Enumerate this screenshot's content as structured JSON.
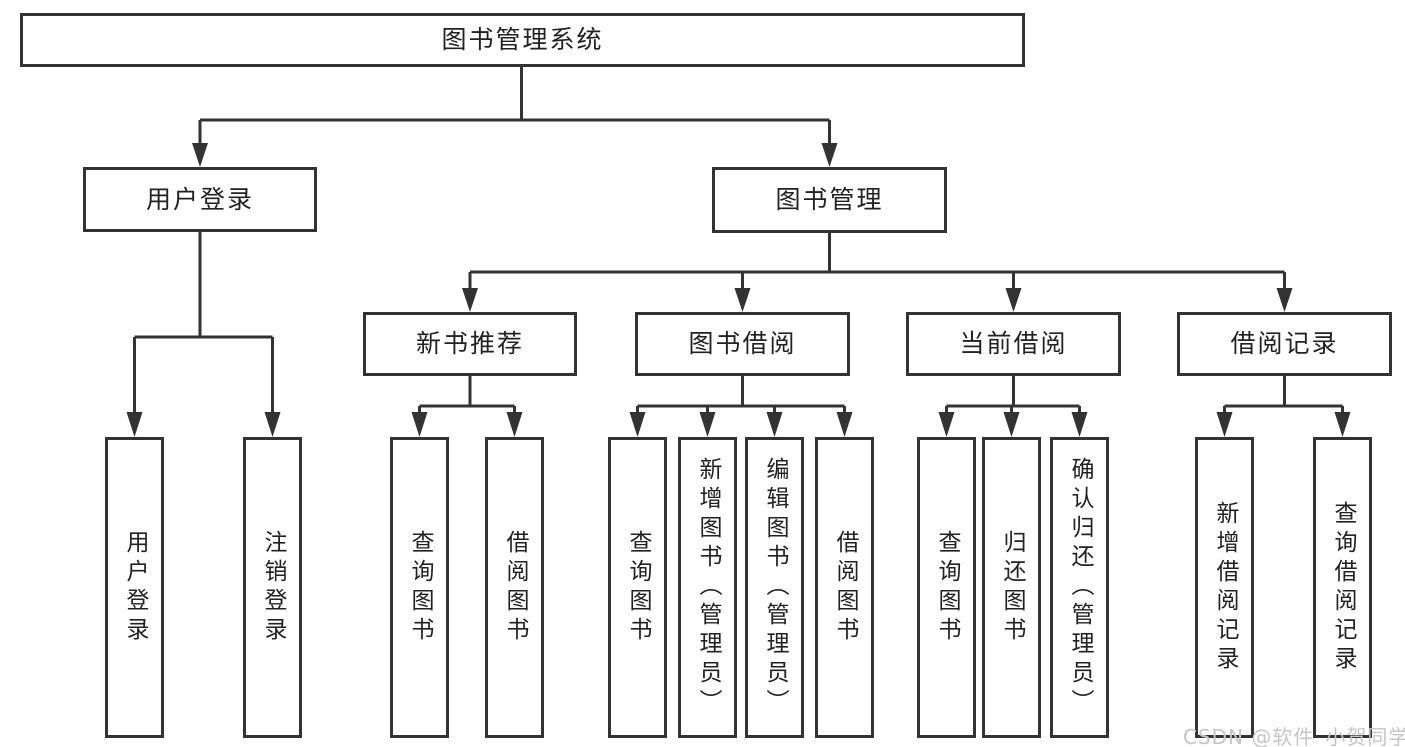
{
  "diagram": {
    "root": {
      "label": "图书管理系统"
    },
    "branches": {
      "user_login": {
        "label": "用户登录",
        "children": [
          {
            "label": "用户登录"
          },
          {
            "label": "注销登录"
          }
        ]
      },
      "book_mgmt": {
        "label": "图书管理",
        "children": {
          "new_book": {
            "label": "新书推荐",
            "children": [
              {
                "label": "查询图书"
              },
              {
                "label": "借阅图书"
              }
            ]
          },
          "borrow": {
            "label": "图书借阅",
            "children": [
              {
                "label": "查询图书"
              },
              {
                "label": "新增图书（管理员）"
              },
              {
                "label": "编辑图书（管理员）"
              },
              {
                "label": "借阅图书"
              }
            ]
          },
          "current": {
            "label": "当前借阅",
            "children": [
              {
                "label": "查询图书"
              },
              {
                "label": "归还图书"
              },
              {
                "label": "确认归还（管理员）"
              }
            ]
          },
          "records": {
            "label": "借阅记录",
            "children": [
              {
                "label": "新增借阅记录"
              },
              {
                "label": "查询借阅记录"
              }
            ]
          }
        }
      }
    }
  },
  "watermark": {
    "text": "CSDN @软件_小贺同学"
  },
  "colors": {
    "line": "#333333",
    "box_border": "#333333",
    "box_fill": "#ffffff",
    "text": "#222222",
    "watermark": "#c5c5c5",
    "background": "#ffffff"
  }
}
